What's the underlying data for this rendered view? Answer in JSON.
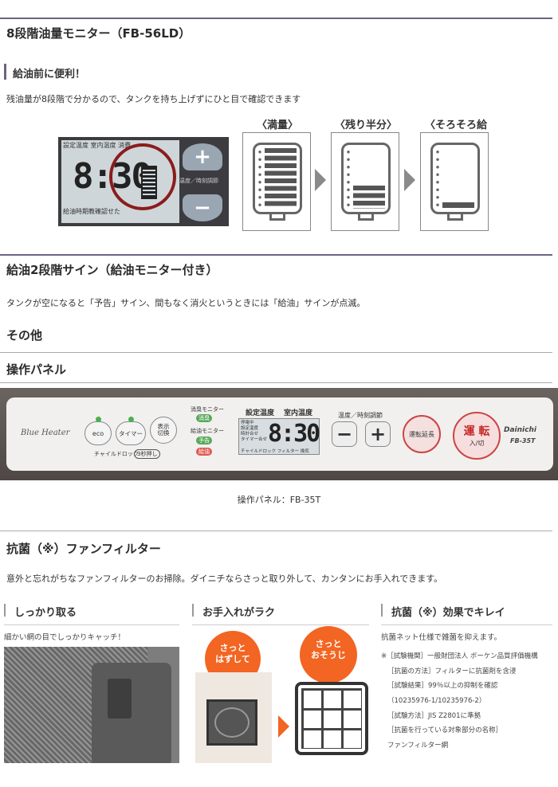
{
  "section1": {
    "title": "8段階油量モニター（FB-56LD）",
    "subtitle": "給油前に便利！",
    "description": "残油量が8段階で分かるので、タンクを持ち上げずにひと目で確認できます",
    "display": {
      "time": "8:30",
      "labels": [
        "設定温度",
        "室内温度",
        "消費"
      ],
      "side_labels": [
        "温度／時刻調節"
      ],
      "bottom": "給油時期教確認せた",
      "plus": "+",
      "minus": "−"
    },
    "tanks": [
      {
        "label": "〈満量〉",
        "level_bars": 8
      },
      {
        "label": "〈残り半分〉",
        "level_bars": 3
      },
      {
        "label": "〈そろそろ給油〉",
        "level_bars": 1
      }
    ]
  },
  "section2": {
    "title": "給油2段階サイン（給油モニター付き）",
    "description": "タンクが空になると「予告」サイン、間もなく消火というときには「給油」サインが点滅。"
  },
  "section3": {
    "title": "その他"
  },
  "section4": {
    "title": "操作パネル",
    "panel": {
      "brand": "Blue Heater",
      "eco": "eco",
      "timer": "タイマー",
      "display_toggle": "表示\n切換",
      "child_lock": "チャイルドロック",
      "child_lock_hint": "3秒押し",
      "deodor_monitor": "消臭モニター",
      "deodor": "消臭",
      "fuel_monitor": "給油モニター",
      "notice": "予告",
      "fuel": "給油",
      "set_temp": "設定温度",
      "room_temp": "室内温度",
      "time": "8:30",
      "lcd_side": [
        "停電中",
        "設定温度",
        "時計合せ",
        "タイマー合せ"
      ],
      "lcd_bottom": [
        "チャイルドロック",
        "フィルター",
        "換気"
      ],
      "temp_time_adjust": "温度／時刻調節",
      "minus": "−",
      "plus": "+",
      "extend": "運転延長",
      "run_main": "運 転",
      "run_sub": "入/切",
      "maker": "Dainichi",
      "model": "FB-35T"
    },
    "caption": "操作パネル：FB-35T"
  },
  "section5": {
    "title": "抗菌（※）ファンフィルター",
    "description": "意外と忘れがちなファンフィルターのお掃除。ダイニチならさっと取り外して、カンタンにお手入れできます。",
    "col1": {
      "title": "しっかり取る",
      "text": "細かい網の目でしっかりキャッチ！"
    },
    "col2": {
      "title": "お手入れがラク",
      "bubble1": "さっと\nはずして",
      "bubble2": "さっと\nおそうじ"
    },
    "col3": {
      "title": "抗菌（※）効果でキレイ",
      "text": "抗菌ネット仕様で雑菌を抑えます。",
      "notes": [
        "※［試験機関］一般財団法人 ボーケン品質評価機構",
        "［抗菌の方法］フィルターに抗菌剤を含浸",
        "［試験結果］99％以上の抑制を確認",
        "（10235976-1/10235976-2）",
        "［試験方法］JIS Z2801に準拠",
        "［抗菌を行っている対象部分の名称］",
        "ファンフィルター網"
      ]
    }
  }
}
